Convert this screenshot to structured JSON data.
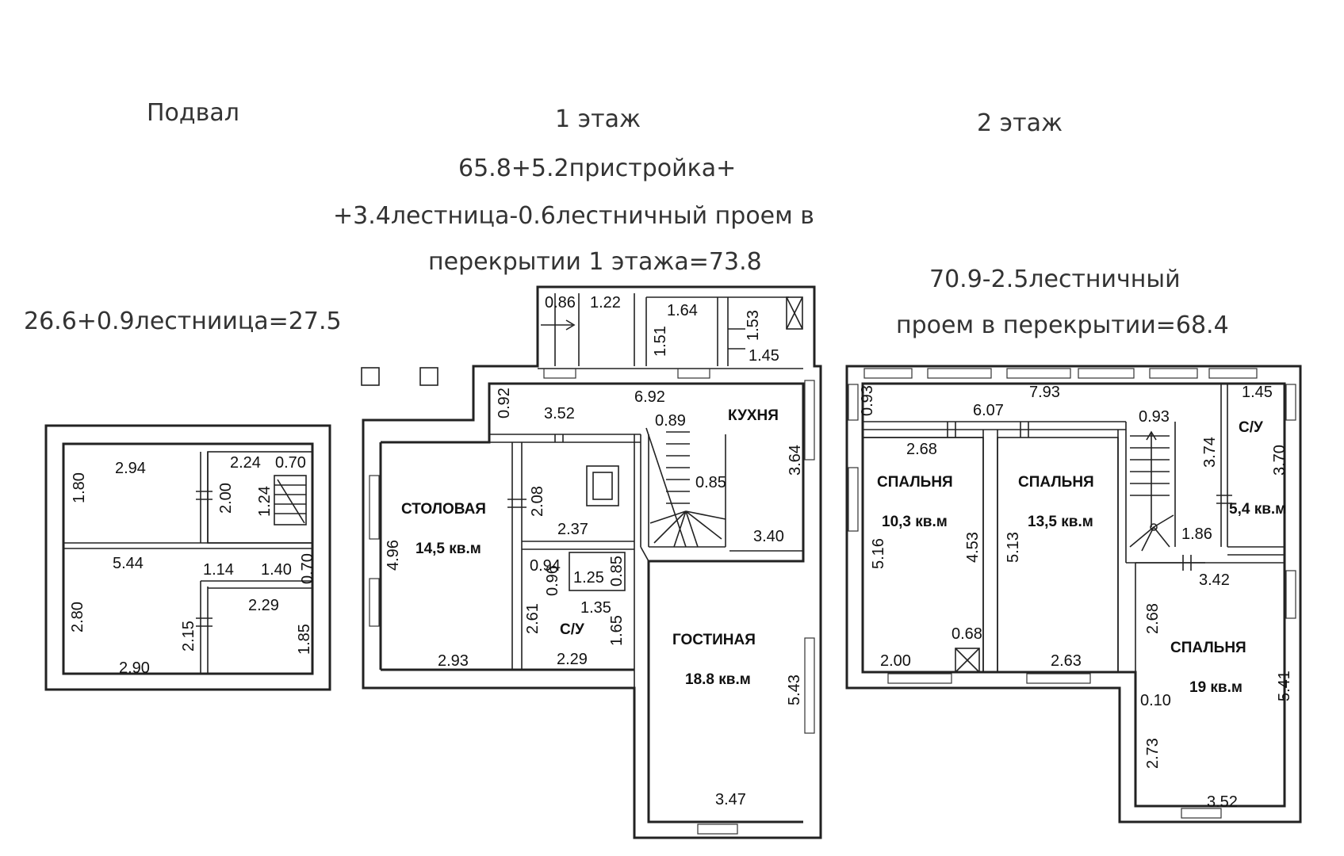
{
  "headers": {
    "basement": "Подвал",
    "floor1": "1 этаж",
    "floor2": "2 этаж"
  },
  "formulas": {
    "basement": "26.6+0.9лестниица=27.5",
    "floor1_line1": "65.8+5.2пристройка+",
    "floor1_line2": "+3.4лестница-0.6лестничный проем в",
    "floor1_line3": "перекрытии 1 этажа=73.8",
    "floor2_line1": "70.9-2.5лестничный",
    "floor2_line2": "проем в перекрытии=68.4"
  },
  "rooms": {
    "dining": {
      "name": "СТОЛОВАЯ",
      "area": "14,5 кв.м"
    },
    "kitchen": {
      "name": "КУХНЯ"
    },
    "wc1": {
      "name": "С/У"
    },
    "living": {
      "name": "ГОСТИНАЯ",
      "area": "18.8 кв.м"
    },
    "bed1": {
      "name": "СПАЛЬНЯ",
      "area": "10,3 кв.м"
    },
    "bed2": {
      "name": "СПАЛЬНЯ",
      "area": "13,5 кв.м"
    },
    "wc2": {
      "name": "С/У",
      "area": "5,4 кв.м"
    },
    "bed3": {
      "name": "СПАЛЬНЯ",
      "area": "19 кв.м"
    }
  },
  "dims": {
    "basement": [
      "2.94",
      "1.80",
      "2.24",
      "0.70",
      "2.00",
      "1.24",
      "5.44",
      "1.14",
      "1.40",
      "0.70",
      "2.80",
      "2.29",
      "2.15",
      "1.85",
      "2.90"
    ],
    "floor1": [
      "0.86",
      "1.22",
      "1.64",
      "1.51",
      "1.53",
      "1.45",
      "0.92",
      "6.92",
      "3.52",
      "0.89",
      "4.96",
      "2.08",
      "2.37",
      "3.64",
      "0.85",
      "3.40",
      "0.94",
      "0.96",
      "1.25",
      "0.85",
      "2.61",
      "1.35",
      "1.65",
      "2.93",
      "2.29",
      "5.43",
      "3.47"
    ],
    "floor2": [
      "0.93",
      "7.93",
      "6.07",
      "1.45",
      "2.68",
      "0.93",
      "3.74",
      "3.70",
      "5.16",
      "4.53",
      "5.13",
      "1.86",
      "3.42",
      "2.68",
      "0.68",
      "2.00",
      "2.63",
      "0.10",
      "5.41",
      "2.73",
      "3.52"
    ]
  }
}
